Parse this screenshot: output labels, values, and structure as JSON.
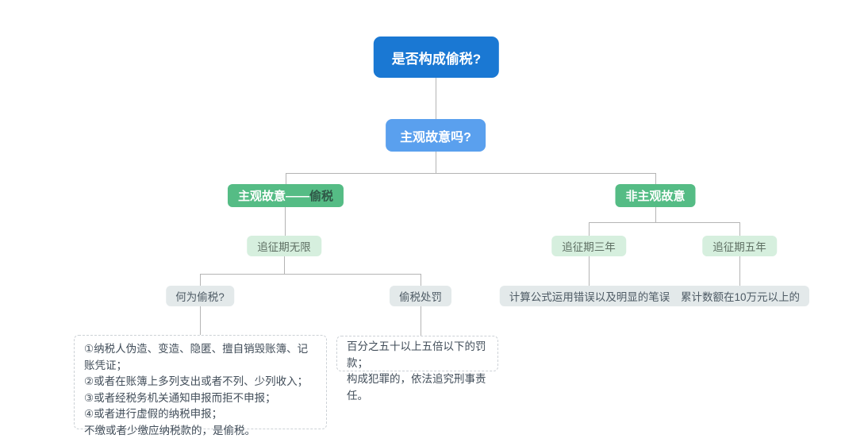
{
  "colors": {
    "root_bg": "#1a78d3",
    "question_bg": "#5aa0ee",
    "branch_bg": "#55bc85",
    "period_bg": "#d6efde",
    "period_text": "#5e6f63",
    "leaf_bg": "#e3e9ea",
    "leaf_text": "#4d5a64",
    "emphasis_text": "#2f5747",
    "detail_border": "#ccd1d6",
    "detail_text": "#414d59",
    "connector": "#b4b4b4"
  },
  "nodes": {
    "root": "是否构成偷税?",
    "question": "主观故意吗?",
    "left_branch_prefix": "主观故意——",
    "left_branch_emphasis": "偷税",
    "right_branch": "非主观故意",
    "period_unlimited": "追征期无限",
    "period_three_years": "追征期三年",
    "period_five_years": "追征期五年",
    "what_is_evasion": "何为偷税?",
    "evasion_penalty": "偷税处罚",
    "calc_error": "计算公式运用错误以及明显的笔误",
    "amount_over": "累计数额在10万元以上的"
  },
  "details": {
    "definition_lines": [
      "①纳税人伪造、变造、隐匿、擅自销毁账簿、记账凭证；",
      "②或者在账簿上多列支出或者不列、少列收入；",
      "③或者经税务机关通知申报而拒不申报；",
      "④或者进行虚假的纳税申报；",
      "不缴或者少缴应纳税款的，是偷税。"
    ],
    "penalty_lines": [
      "百分之五十以上五倍以下的罚款；",
      "构成犯罪的，依法追究刑事责任。"
    ]
  }
}
